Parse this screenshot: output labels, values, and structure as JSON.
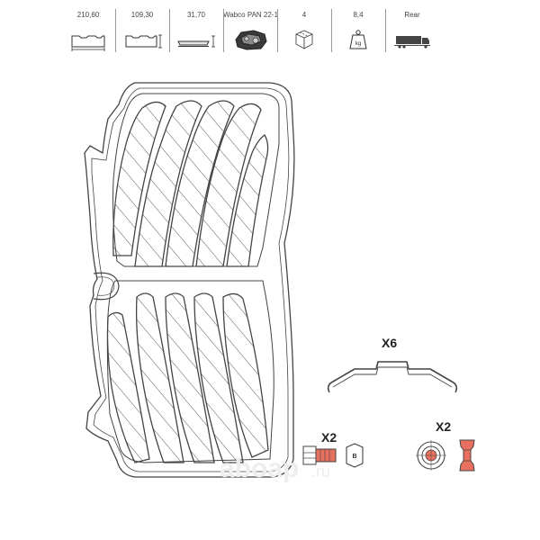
{
  "specs": {
    "width": "210,60",
    "height": "109,30",
    "thickness": "31,70",
    "system": "Wabco PAN 22-1",
    "quantity": "4",
    "weight": "8,4",
    "axle": "Rear"
  },
  "icons": {
    "width": "pad-width-icon",
    "height": "pad-height-icon",
    "thickness": "pad-thickness-icon",
    "system": "brake-caliper-icon",
    "quantity": "box-icon",
    "weight": "weight-kg-icon",
    "axle": "truck-icon",
    "weight_unit": "kg"
  },
  "callouts": {
    "spring_qty": "X6",
    "bolt_qty": "X2",
    "bushing_qty": "X2",
    "bolt_head_mark": "B"
  },
  "colors": {
    "line": "#444444",
    "highlight": "#e8705e",
    "watermark": "#eeeeee"
  },
  "watermark": {
    "text": "aboap",
    "suffix": ".ru"
  }
}
